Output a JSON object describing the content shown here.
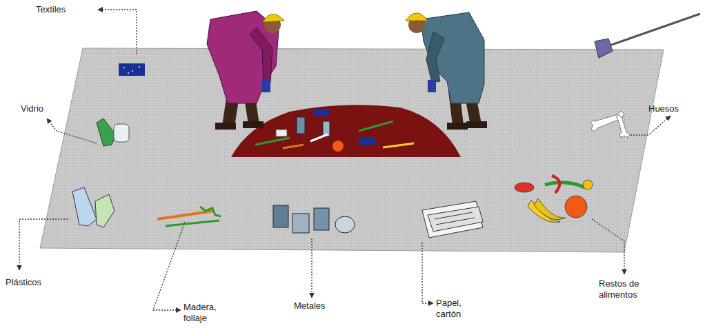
{
  "diagram": {
    "labels": [
      "Textiles",
      "Vidrio",
      "Huesos",
      "Plásticos",
      "Madera, follaje",
      "Metales",
      "Papel, cartón",
      "Restos de alimentos"
    ]
  }
}
